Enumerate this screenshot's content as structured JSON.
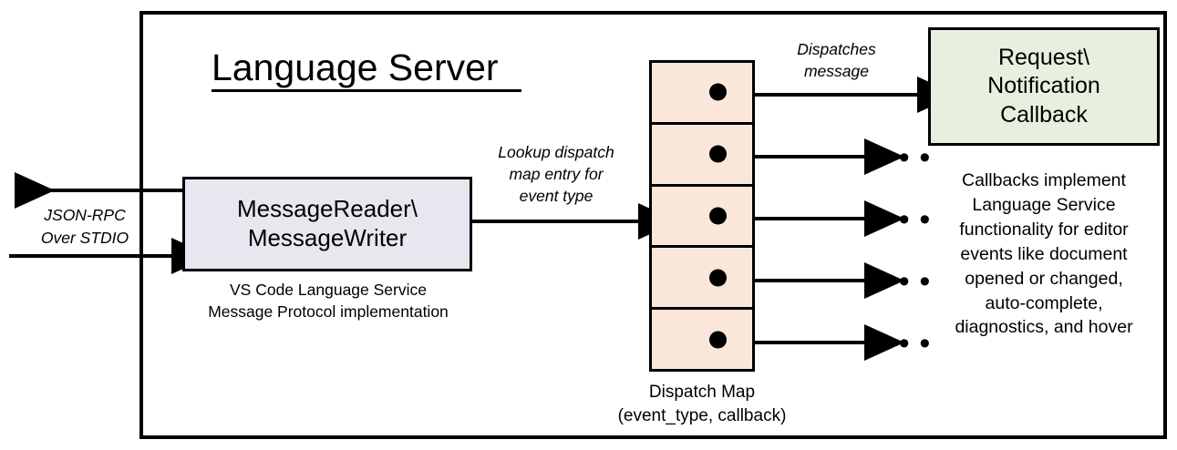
{
  "diagram": {
    "title": "Language Server",
    "nodes": {
      "message_io": {
        "line1": "MessageReader\\",
        "line2": "MessageWriter",
        "caption_line1": "VS Code Language Service",
        "caption_line2": "Message Protocol implementation",
        "fill": "#E9E6EF"
      },
      "dispatch_map": {
        "caption_line1": "Dispatch Map",
        "caption_line2": "(event_type, callback)",
        "fill": "#FBE7D9",
        "cell_count": 5,
        "cells": [
          {
            "id": "cell-1",
            "has_dot": true
          },
          {
            "id": "cell-2",
            "has_dot": true
          },
          {
            "id": "cell-3",
            "has_dot": true
          },
          {
            "id": "cell-4",
            "has_dot": true
          },
          {
            "id": "cell-5",
            "has_dot": true
          }
        ]
      },
      "callback": {
        "line1": "Request\\",
        "line2": "Notification",
        "line3": "Callback",
        "fill": "#E8EFDE",
        "caption_line1": "Callbacks implement",
        "caption_line2": "Language Service",
        "caption_line3": "functionality for editor",
        "caption_line4": "events like document",
        "caption_line5": "opened or changed,",
        "caption_line6": "auto-complete,",
        "caption_line7": "diagnostics, and hover"
      }
    },
    "edge_labels": {
      "transport_line1": "JSON-RPC",
      "transport_line2": "Over STDIO",
      "lookup_line1": "Lookup dispatch",
      "lookup_line2": "map entry for",
      "lookup_line3": "event type",
      "dispatch_line1": "Dispatches",
      "dispatch_line2": "message"
    },
    "ellipsis": "• • •",
    "colors": {
      "stroke": "#000000",
      "background": "#FFFFFF"
    }
  }
}
